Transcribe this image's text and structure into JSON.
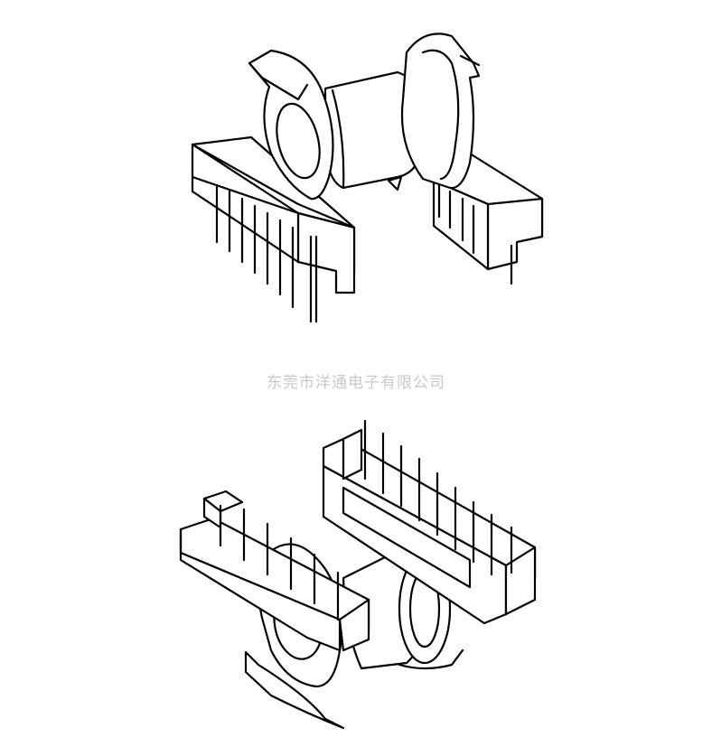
{
  "watermark": {
    "text": "东莞市洋通电子有限公司",
    "color": "#c8c8c8"
  },
  "figure": {
    "views": [
      "top-view-bobbin",
      "bottom-view-bobbin"
    ],
    "line_color": "#000000",
    "top_view": {
      "left_pins": 8,
      "right_pins": 4
    },
    "bottom_view": {
      "left_row_pins": 6,
      "right_row_pins": 8
    }
  }
}
